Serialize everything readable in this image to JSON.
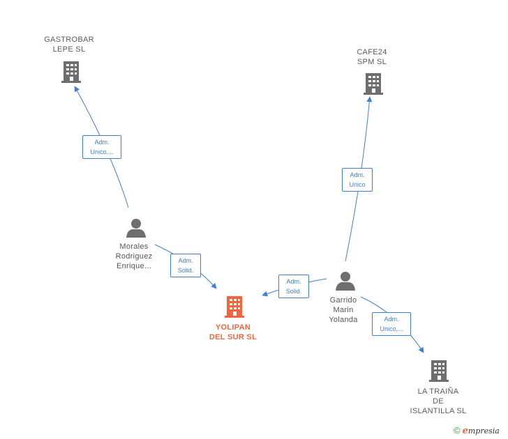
{
  "colors": {
    "edge": "#3d7fd1",
    "company": "#6e6e6e",
    "focus_company": "#f2643c",
    "person": "#6e6e6e"
  },
  "nodes": {
    "gastrobar": {
      "type": "company",
      "icon": "building-icon",
      "lines": [
        "GASTROBAR",
        "LEPE  SL"
      ]
    },
    "cafe24": {
      "type": "company",
      "icon": "building-icon",
      "lines": [
        "CAFE24",
        "SPM  SL"
      ]
    },
    "yolipan": {
      "type": "company",
      "icon": "building-icon",
      "focus": true,
      "lines": [
        "YOLIPAN",
        "DEL SUR  SL"
      ]
    },
    "latraina": {
      "type": "company",
      "icon": "building-icon",
      "lines": [
        "LA TRAIÑA",
        "DE",
        "ISLANTILLA  SL"
      ]
    },
    "morales": {
      "type": "person",
      "icon": "person-icon",
      "lines": [
        "Morales",
        "Rodriguez",
        "Enrique..."
      ]
    },
    "garrido": {
      "type": "person",
      "icon": "person-icon",
      "lines": [
        "Garrido",
        "Marin",
        "Yolanda"
      ]
    }
  },
  "edges": {
    "morales_gastrobar": {
      "lines": [
        "Adm.",
        "Unico,..."
      ]
    },
    "morales_yolipan": {
      "lines": [
        "Adm.",
        "Solid."
      ]
    },
    "garrido_cafe24": {
      "lines": [
        "Adm.",
        "Unico"
      ]
    },
    "garrido_yolipan": {
      "lines": [
        "Adm.",
        "Solid."
      ]
    },
    "garrido_latraina": {
      "lines": [
        "Adm.",
        "Unico,..."
      ]
    }
  },
  "footer": {
    "copyright_symbol": "©",
    "brand_initial": "e",
    "brand_rest": "mpresia"
  }
}
